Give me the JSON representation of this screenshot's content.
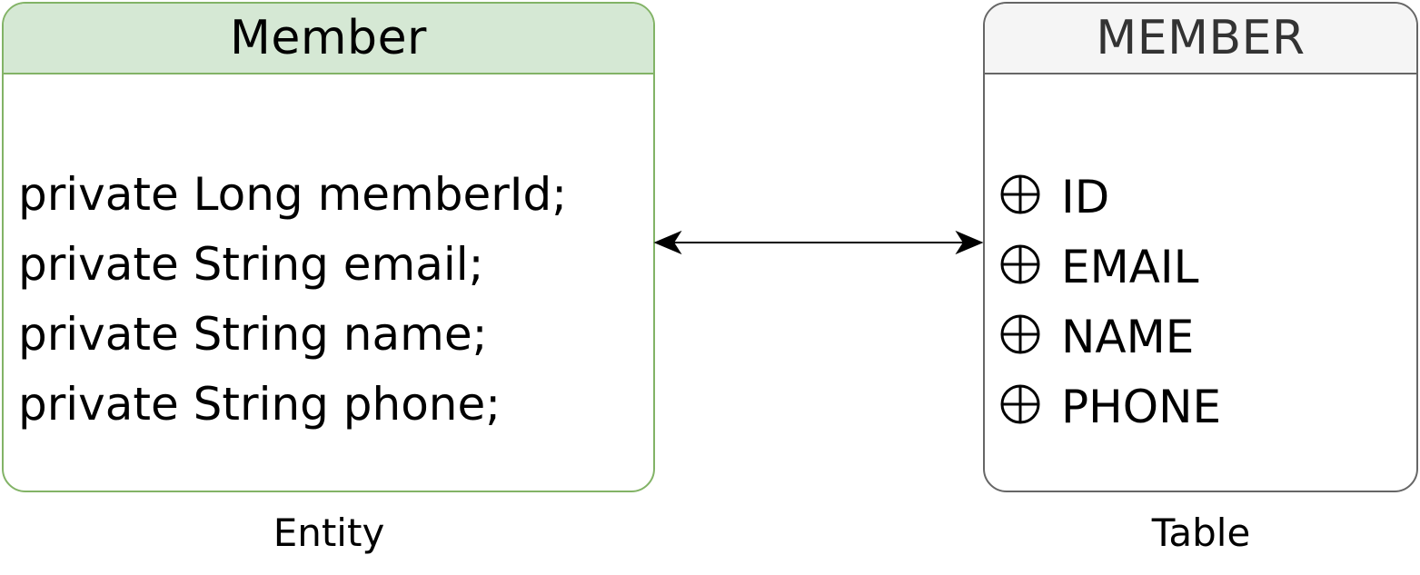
{
  "entity": {
    "title": "Member",
    "caption": "Entity",
    "fields": [
      "private Long memberId;",
      "private String email;",
      "private String name;",
      "private String phone;"
    ]
  },
  "table": {
    "title": "MEMBER",
    "caption": "Table",
    "columns": [
      {
        "icon": "primary-key-icon",
        "name": "ID"
      },
      {
        "icon": "primary-key-icon",
        "name": "EMAIL"
      },
      {
        "icon": "primary-key-icon",
        "name": "NAME"
      },
      {
        "icon": "primary-key-icon",
        "name": "PHONE"
      }
    ]
  },
  "colors": {
    "entity_fill": "#d5e8d4",
    "entity_stroke": "#82b366",
    "table_fill": "#f5f5f5",
    "table_stroke": "#666666",
    "table_title": "#333333"
  }
}
